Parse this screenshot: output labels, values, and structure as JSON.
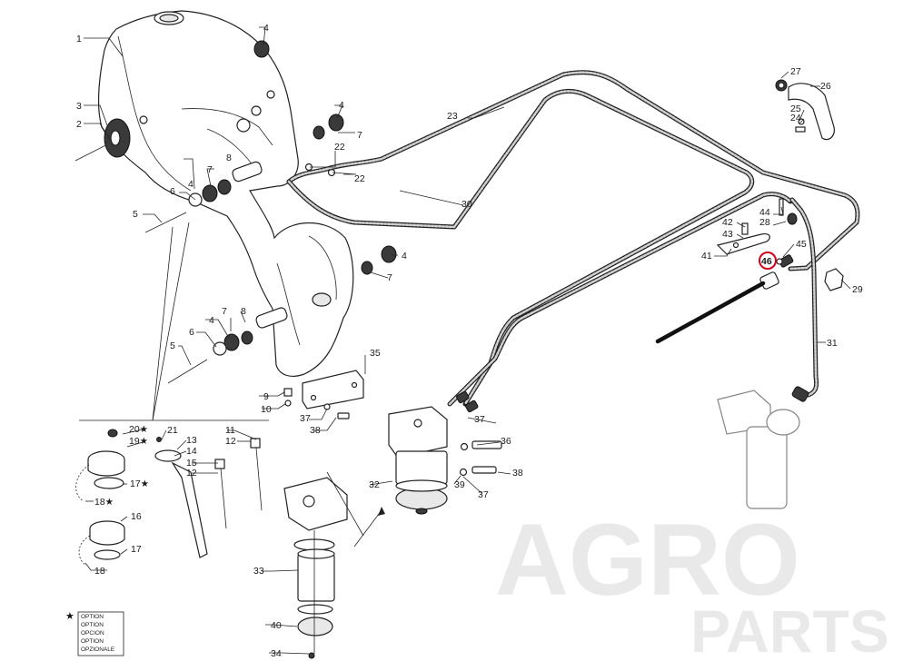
{
  "labels": [
    {
      "id": "p1",
      "text": "1"
    },
    {
      "id": "p2",
      "text": "2"
    },
    {
      "id": "p3",
      "text": "3"
    },
    {
      "id": "p4a",
      "text": "4"
    },
    {
      "id": "p4b",
      "text": "4"
    },
    {
      "id": "p4c",
      "text": "4"
    },
    {
      "id": "p4d",
      "text": "4"
    },
    {
      "id": "p4e",
      "text": "4"
    },
    {
      "id": "p5a",
      "text": "5"
    },
    {
      "id": "p5b",
      "text": "5"
    },
    {
      "id": "p6a",
      "text": "6"
    },
    {
      "id": "p6b",
      "text": "6"
    },
    {
      "id": "p7a",
      "text": "7"
    },
    {
      "id": "p7b",
      "text": "7"
    },
    {
      "id": "p7c",
      "text": "7"
    },
    {
      "id": "p7d",
      "text": "7"
    },
    {
      "id": "p8a",
      "text": "8"
    },
    {
      "id": "p8b",
      "text": "8"
    },
    {
      "id": "p9",
      "text": "9"
    },
    {
      "id": "p10",
      "text": "10"
    },
    {
      "id": "p11",
      "text": "11"
    },
    {
      "id": "p12a",
      "text": "12"
    },
    {
      "id": "p12b",
      "text": "12"
    },
    {
      "id": "p13",
      "text": "13"
    },
    {
      "id": "p14",
      "text": "14"
    },
    {
      "id": "p15",
      "text": "15"
    },
    {
      "id": "p16",
      "text": "16"
    },
    {
      "id": "p17",
      "text": "17"
    },
    {
      "id": "p17s",
      "text": "17★"
    },
    {
      "id": "p18",
      "text": "18"
    },
    {
      "id": "p18s",
      "text": "18★"
    },
    {
      "id": "p19s",
      "text": "19★"
    },
    {
      "id": "p20s",
      "text": "20★"
    },
    {
      "id": "p21",
      "text": "21"
    },
    {
      "id": "p22a",
      "text": "22"
    },
    {
      "id": "p22b",
      "text": "22"
    },
    {
      "id": "p23",
      "text": "23"
    },
    {
      "id": "p24",
      "text": "24"
    },
    {
      "id": "p25",
      "text": "25"
    },
    {
      "id": "p26",
      "text": "26"
    },
    {
      "id": "p27",
      "text": "27"
    },
    {
      "id": "p28",
      "text": "28"
    },
    {
      "id": "p29",
      "text": "29"
    },
    {
      "id": "p30",
      "text": "30"
    },
    {
      "id": "p31",
      "text": "31"
    },
    {
      "id": "p32",
      "text": "32"
    },
    {
      "id": "p33",
      "text": "33"
    },
    {
      "id": "p34",
      "text": "34"
    },
    {
      "id": "p35",
      "text": "35"
    },
    {
      "id": "p36",
      "text": "36"
    },
    {
      "id": "p37a",
      "text": "37"
    },
    {
      "id": "p37b",
      "text": "37"
    },
    {
      "id": "p37c",
      "text": "37"
    },
    {
      "id": "p38a",
      "text": "38"
    },
    {
      "id": "p38b",
      "text": "38"
    },
    {
      "id": "p39",
      "text": "39"
    },
    {
      "id": "p40",
      "text": "40"
    },
    {
      "id": "p41",
      "text": "41"
    },
    {
      "id": "p42",
      "text": "42"
    },
    {
      "id": "p43",
      "text": "43"
    },
    {
      "id": "p44",
      "text": "44"
    },
    {
      "id": "p45",
      "text": "45"
    },
    {
      "id": "p46",
      "text": "46"
    }
  ],
  "highlight": {
    "part": "46",
    "color": "#d0021b"
  },
  "legend": {
    "symbol": "★",
    "lines": [
      "OPTION",
      "OPTION",
      "OPCION",
      "OPTION",
      "OPZIONALE"
    ]
  },
  "watermark": {
    "line1": "AGRO",
    "line2": "PARTS"
  }
}
